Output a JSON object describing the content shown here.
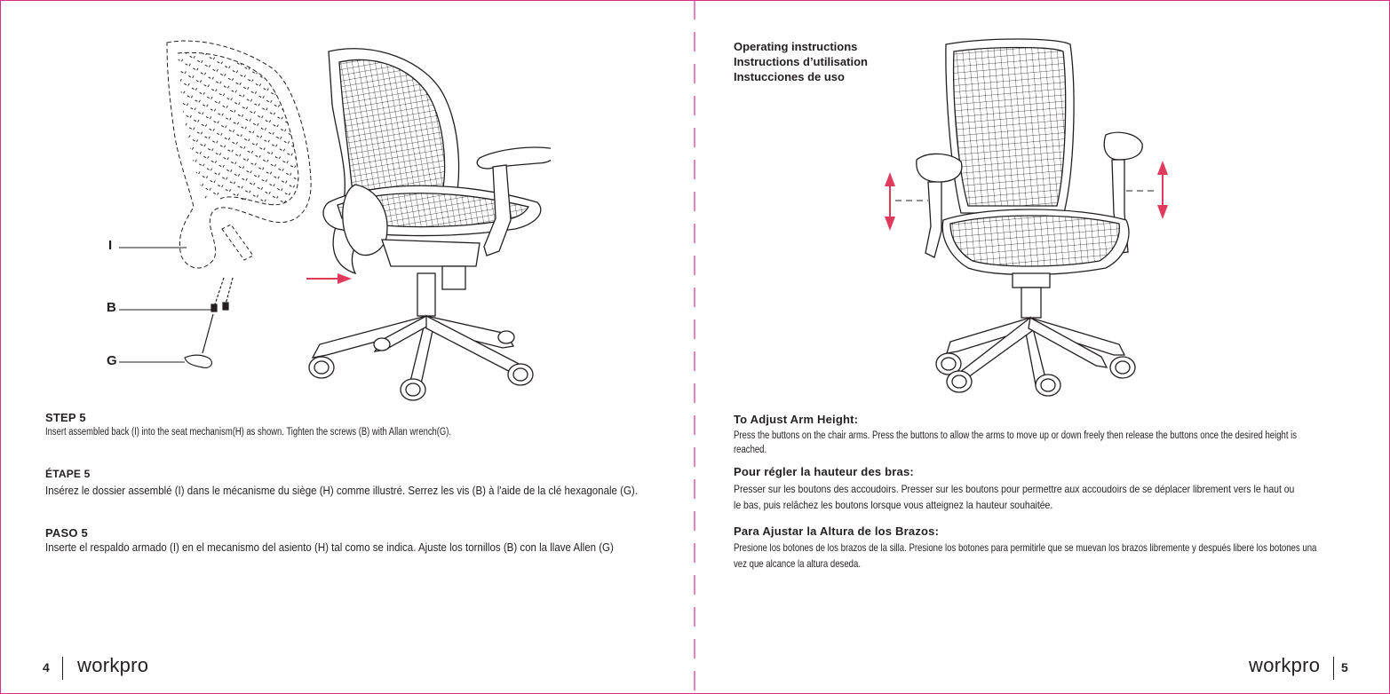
{
  "colors": {
    "frame": "#d52e8f",
    "arrow": "#e03a5c",
    "ink": "#231f20"
  },
  "left_page": {
    "figure_labels": [
      "I",
      "B",
      "G"
    ],
    "step_en": {
      "title": "STEP 5",
      "text": "Insert assembled back (I) into the seat mechanism(H) as shown. Tighten the screws (B) with Allan wrench(G)."
    },
    "step_fr": {
      "title": "ÉTAPE 5",
      "text": "Insérez le dossier assemblé (I) dans le mécanisme du siège (H) comme illustré. Serrez les vis (B) à  l'aide de la clé hexagonale (G)."
    },
    "step_es": {
      "title": "PASO 5",
      "text": "Inserte el respaldo armado (I) en el mecanismo del  asiento (H) tal como se indica. Ajuste los tornillos  (B) con la llave Allen (G)"
    },
    "page_number": "4",
    "brand": "workpro"
  },
  "right_page": {
    "operating_title": [
      "Operating instructions",
      "Instructions d’utilisation",
      "Instucciones de uso"
    ],
    "section_en": {
      "title": "To Adjust Arm Height:",
      "lines": [
        "Press the buttons on the chair arms. Press the buttons to allow  the arms to move up or down freely then release the buttons  once the desired height is",
        "reached."
      ]
    },
    "section_fr": {
      "title": "Pour régler la hauteur des bras:",
      "lines": [
        "Presser sur les boutons des accoudoirs. Presser sur les boutons pour permettre aux accoudoirs de se déplacer  librement vers le haut ou",
        "le bas, puis relâchez les boutons  lorsque vous atteignez la hauteur souhaitée."
      ]
    },
    "section_es": {
      "title": "Para Ajustar la Altura de los Brazos:",
      "lines": [
        "Presione los botones de los brazos de la silla. Presione los botones para permitirle que se muevan los brazos libremente y  después libere los botones una",
        "vez que alcance la altura  deseda."
      ]
    },
    "page_number": "5",
    "brand": "workpro"
  }
}
